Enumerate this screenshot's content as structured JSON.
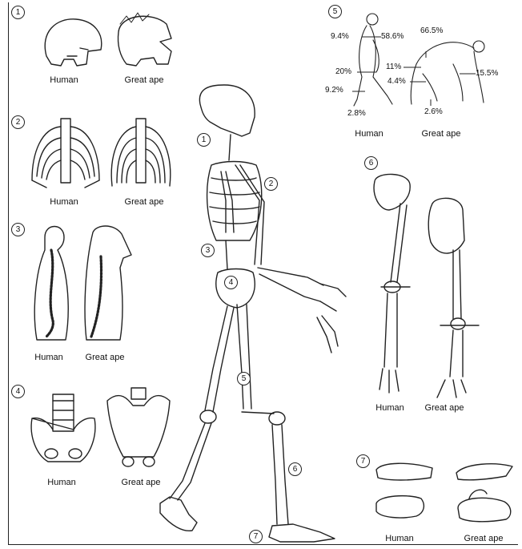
{
  "panels": {
    "p1": {
      "number": "1",
      "human": "Human",
      "ape": "Great ape"
    },
    "p2": {
      "number": "2",
      "human": "Human",
      "ape": "Great ape"
    },
    "p3": {
      "number": "3",
      "human": "Human",
      "ape": "Great ape"
    },
    "p4": {
      "number": "4",
      "human": "Human",
      "ape": "Great ape"
    },
    "p5": {
      "number": "5",
      "human": "Human",
      "ape": "Great ape",
      "human_percent": [
        "9.4%",
        "58.6%",
        "20%",
        "9.2%",
        "2.8%"
      ],
      "ape_percent": [
        "66.5%",
        "11%",
        "4.4%",
        "15.5%",
        "2.6%"
      ]
    },
    "p6": {
      "number": "6",
      "human": "Human",
      "ape": "Great ape"
    },
    "p7": {
      "number": "7",
      "human": "Human",
      "ape": "Great ape"
    }
  },
  "skeleton_markers": [
    "1",
    "2",
    "3",
    "4",
    "5",
    "6",
    "7"
  ]
}
